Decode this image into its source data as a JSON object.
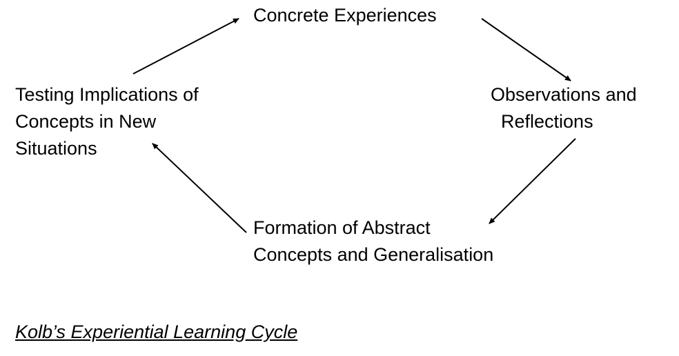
{
  "diagram": {
    "nodes": {
      "concrete": {
        "lines": [
          "Concrete Experiences"
        ]
      },
      "observations": {
        "lines": [
          "Observations and",
          "Reflections"
        ]
      },
      "formation": {
        "lines": [
          "Formation of Abstract",
          "Concepts and Generalisation"
        ]
      },
      "testing": {
        "lines": [
          "Testing Implications of",
          "Concepts in New",
          "Situations"
        ]
      }
    },
    "edges": [
      {
        "from": "testing",
        "to": "concrete"
      },
      {
        "from": "concrete",
        "to": "observations"
      },
      {
        "from": "observations",
        "to": "formation"
      },
      {
        "from": "formation",
        "to": "testing"
      }
    ],
    "caption": "Kolb’s Experiential Learning Cycle",
    "colors": {
      "text": "#000000",
      "arrow": "#000000",
      "background": "#ffffff"
    }
  }
}
